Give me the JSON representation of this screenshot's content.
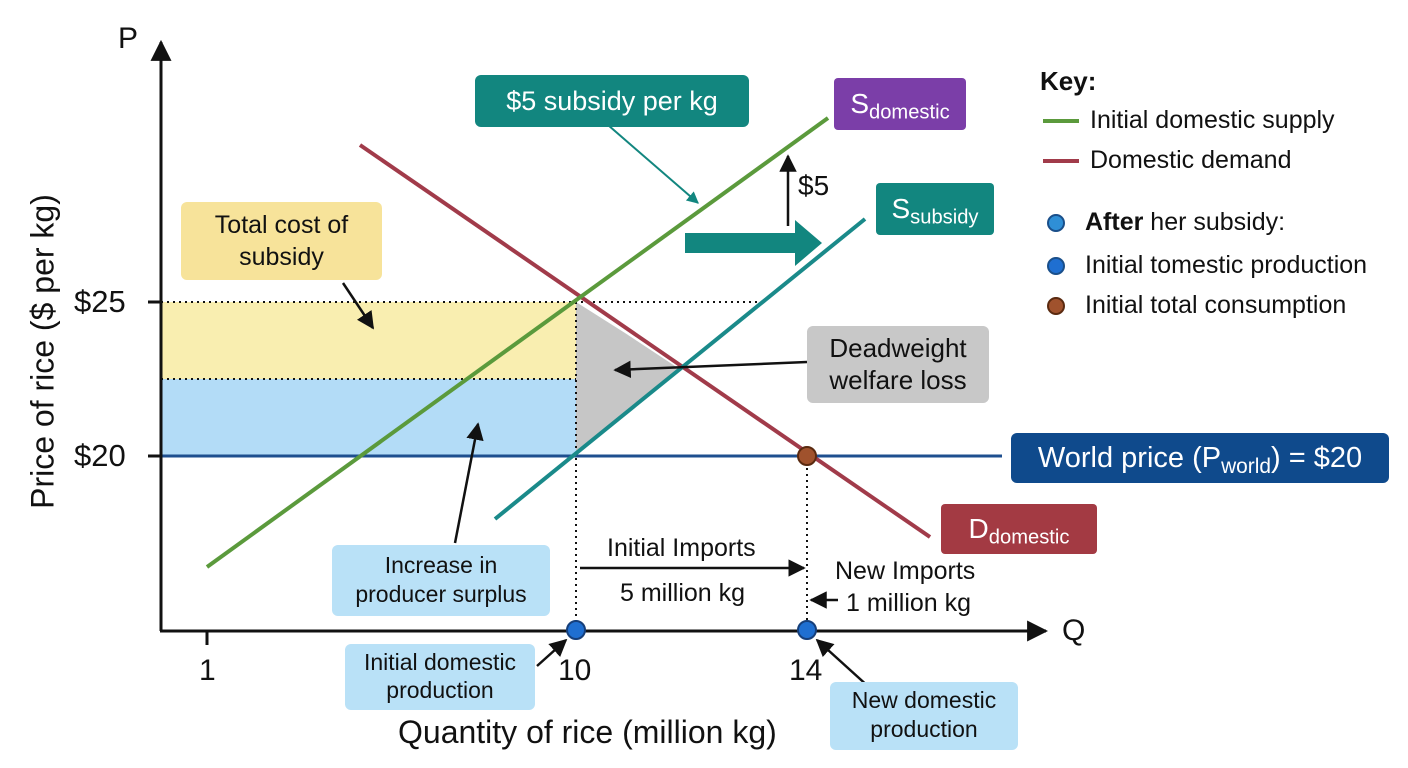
{
  "axes": {
    "y_letter": "P",
    "x_letter": "Q",
    "y_title": "Price of rice ($ per kg)",
    "x_title": "Quantity of rice (million kg)",
    "y_ticks": [
      "$25",
      "$20"
    ],
    "x_ticks": [
      "1",
      "10",
      "14"
    ]
  },
  "curves": {
    "s_domestic": {
      "main": "S",
      "sub": "domestic"
    },
    "s_subsidy": {
      "main": "S",
      "sub": "subsidy"
    },
    "d_domestic": {
      "main": "D",
      "sub": "domestic"
    }
  },
  "labels": {
    "subsidy_banner": "$5 subsidy per kg",
    "shift_amount": "$5",
    "total_cost": [
      "Total cost of",
      "subsidy"
    ],
    "deadweight": [
      "Deadweight",
      "welfare loss"
    ],
    "world_price": {
      "pre": "World price (P",
      "sub": "world",
      "post": ") = $20"
    },
    "producer_surplus": [
      "Increase in",
      "producer surplus"
    ],
    "initial_imports": [
      "Initial Imports",
      "5 million kg"
    ],
    "new_imports": [
      "New Imports",
      "1 million kg"
    ],
    "initial_domestic_production": [
      "Initial domestic",
      "production"
    ],
    "new_domestic_production": [
      "New domestic",
      "production"
    ]
  },
  "key": {
    "title": "Key:",
    "line_items": [
      {
        "label": "Initial domestic supply",
        "color": "#5b9a3c"
      },
      {
        "label": "Domestic demand",
        "color": "#a13b4a"
      }
    ],
    "dot_items": [
      {
        "bold": "After",
        "label": " her subsidy:",
        "color": "#2f8fd6"
      },
      {
        "bold": "",
        "label": "Initial tomestic production",
        "color": "#1f6fd1"
      },
      {
        "bold": "",
        "label": "Initial total consumption",
        "color": "#a0522d"
      }
    ]
  },
  "colors": {
    "supply": "#5b9a3c",
    "subsidy_supply": "#1a8a8a",
    "demand": "#a13b4a",
    "world_price": "#1e4f8f",
    "cost_area": "#f9eeb0",
    "surplus_area": "#b3dcf7",
    "deadweight_area": "#c6c6c6",
    "teal_label": "#12867f",
    "purple_label": "#7b3ea8",
    "navy_label": "#0f4a8c",
    "maroon_label": "#a33a43",
    "yellow_label": "#f7e39a",
    "grey_label": "#c8c8c8",
    "light_label": "#b9e1f7"
  }
}
